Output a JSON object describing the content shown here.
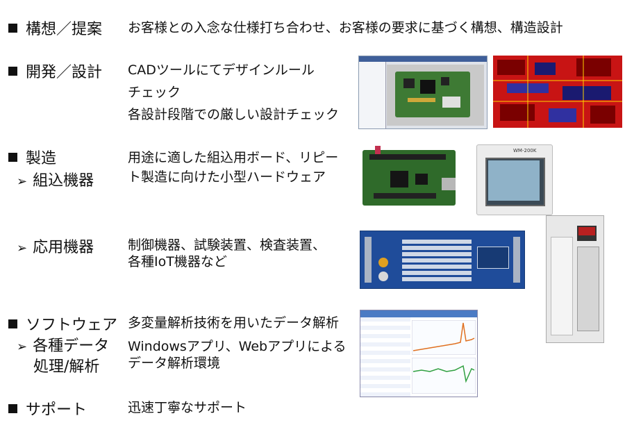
{
  "rows": [
    {
      "head": "構想／提案",
      "desc": [
        "お客様との入念な仕様打ち合わせ、お客様の要求に基づく構想、構造設計"
      ]
    },
    {
      "head": "開発／設計",
      "desc": [
        "CADツールにてデザインルール",
        "チェック",
        "各設計段階での厳しい設計チェック"
      ]
    },
    {
      "head": "製造",
      "sub": "組込機器",
      "desc": [
        "用途に適した組込用ボード、リピー",
        "ト製造に向けた小型ハードウェア"
      ]
    },
    {
      "sub": "応用機器",
      "desc": [
        "制御機器、試験装置、検査装置、",
        "各種IoT機器など"
      ]
    },
    {
      "head": "ソフトウェア",
      "sub": "各種データ",
      "sub2": "処理/解析",
      "desc": [
        "多変量解析技術を用いたデータ解析",
        "Windowsアプリ、Webアプリによる",
        "データ解析環境"
      ]
    },
    {
      "head": "サポート",
      "desc": [
        "迅速丁寧なサポート"
      ]
    }
  ],
  "images": {
    "cad_screen": "CAD screenshot",
    "pcb_layout": "PCB layout",
    "board": "embedded board",
    "hmi": "touch panel device",
    "hmi_brand": "WM-200K",
    "rack": "equipment rack",
    "panel": "control panel",
    "software": "data analysis software"
  }
}
